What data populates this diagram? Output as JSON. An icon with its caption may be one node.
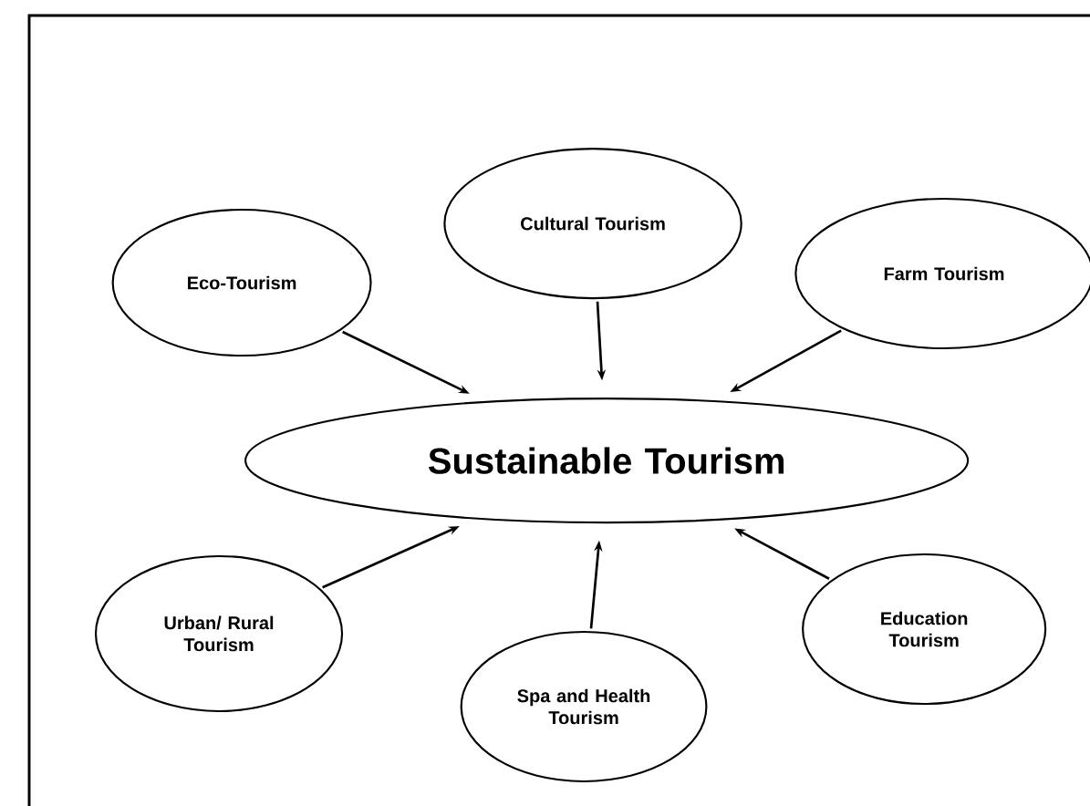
{
  "diagram": {
    "nodes": [
      {
        "text": [
          "Sustainable Tourism"
        ]
      },
      {
        "text": [
          "Eco-Tourism"
        ]
      },
      {
        "text": [
          "Cultural Tourism"
        ]
      },
      {
        "text": [
          "Farm Tourism"
        ]
      },
      {
        "text": [
          "Urban/ Rural Tourism"
        ]
      },
      {
        "text": [
          "Spa and Health Tourism"
        ]
      },
      {
        "text": [
          "Education Tourism"
        ]
      }
    ],
    "edges": [
      {
        "from": 1,
        "to": 0,
        "arrow": "to"
      },
      {
        "from": 2,
        "to": 0,
        "arrow": "to"
      },
      {
        "from": 3,
        "to": 0,
        "arrow": "to"
      },
      {
        "from": 4,
        "to": 0,
        "arrow": "to"
      },
      {
        "from": 5,
        "to": 0,
        "arrow": "to"
      },
      {
        "from": 6,
        "to": 0,
        "arrow": "to"
      }
    ]
  }
}
